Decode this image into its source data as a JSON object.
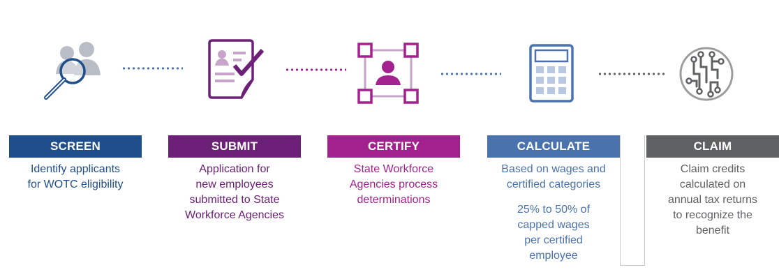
{
  "colors": {
    "screen": "#1f4e8c",
    "submit": "#6d2077",
    "certify": "#a3218e",
    "calculate": "#4a73ad",
    "claim": "#5f6062",
    "icon_gray": "#b9bec6"
  },
  "steps": [
    {
      "title": "SCREEN",
      "icon": "magnifier-people-icon",
      "lines": [
        "Identify applicants",
        "for WOTC eligibility"
      ]
    },
    {
      "title": "SUBMIT",
      "icon": "application-form-icon",
      "lines": [
        "Application for",
        "new employees",
        "submitted to State",
        "Workforce Agencies"
      ]
    },
    {
      "title": "CERTIFY",
      "icon": "certify-person-icon",
      "lines": [
        "State Workforce",
        "Agencies process",
        "determinations"
      ]
    },
    {
      "title": "CALCULATE",
      "icon": "calculator-icon",
      "lines": [
        "Based on wages and",
        "certified categories"
      ],
      "extra_lines": [
        "25% to 50% of",
        "capped wages",
        "per certified",
        "employee"
      ]
    },
    {
      "title": "CLAIM",
      "icon": "circuit-icon",
      "lines": [
        "Claim credits",
        "calculated on",
        "annual tax returns",
        "to recognize the",
        "benefit"
      ]
    }
  ]
}
